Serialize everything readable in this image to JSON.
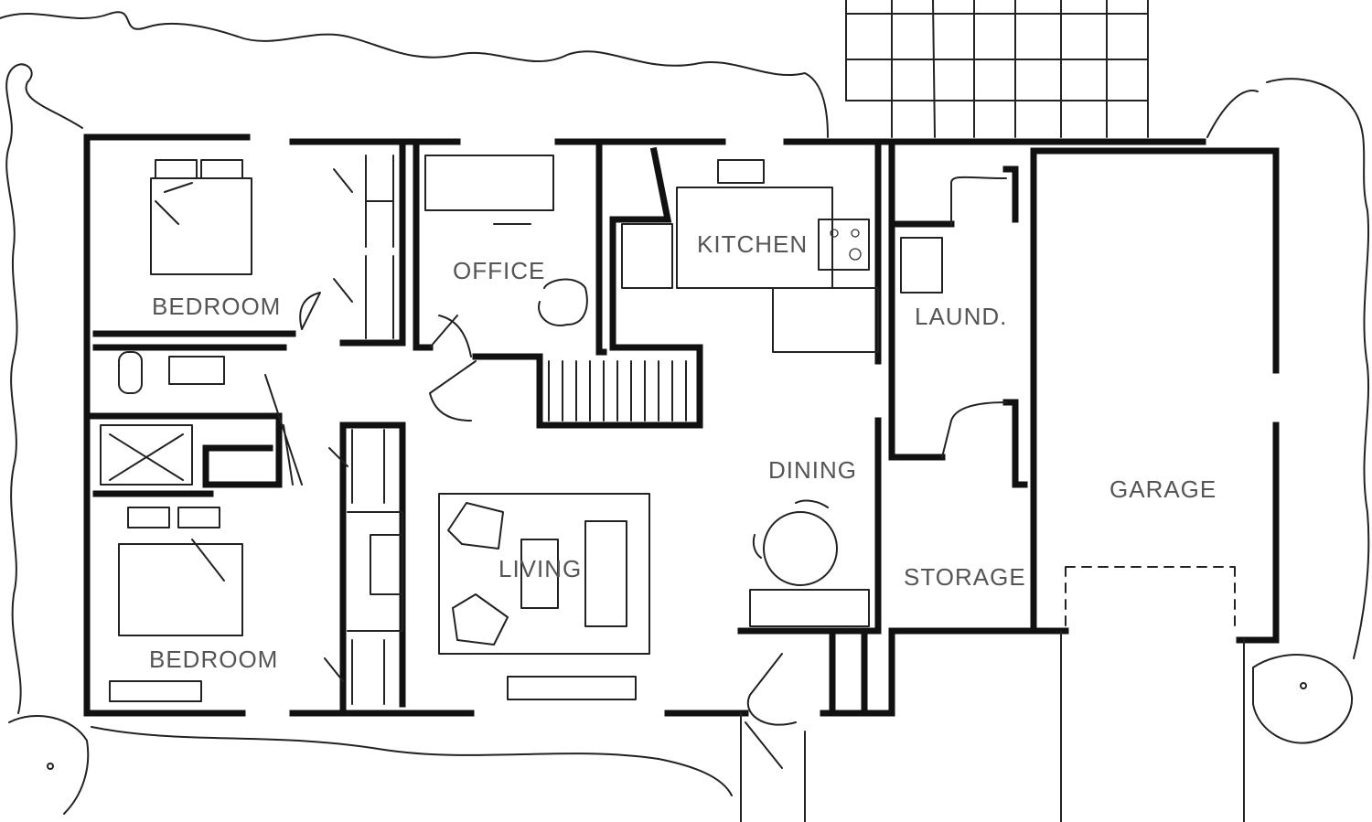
{
  "floor_plan": {
    "rooms": [
      {
        "id": "bedroom-top",
        "label": "BEDROOM"
      },
      {
        "id": "office",
        "label": "OFFICE"
      },
      {
        "id": "kitchen",
        "label": "KITCHEN"
      },
      {
        "id": "laundry",
        "label": "LAUND."
      },
      {
        "id": "dining",
        "label": "DINING"
      },
      {
        "id": "living",
        "label": "LIVING"
      },
      {
        "id": "bedroom-bottom",
        "label": "BEDROOM"
      },
      {
        "id": "storage",
        "label": "STORAGE"
      },
      {
        "id": "garage",
        "label": "GARAGE"
      }
    ],
    "colors": {
      "ink": "#111111",
      "label": "#555555",
      "paper": "#ffffff"
    }
  }
}
